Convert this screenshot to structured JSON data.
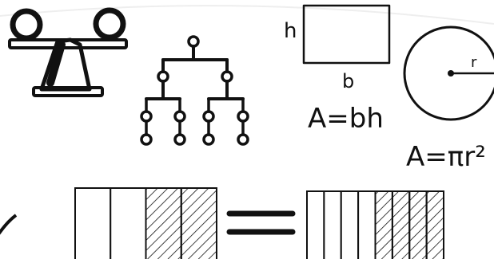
{
  "rectangle": {
    "height_label": "h",
    "base_label": "b",
    "formula": "A=bh"
  },
  "circle": {
    "radius_label": "r",
    "formula": "A=πr²"
  },
  "icons": {
    "scale": "balance-scale-icon",
    "tree": "tree-diagram-icon"
  },
  "fraction_bars": {
    "left": {
      "parts": 4,
      "shaded": 2
    },
    "right": {
      "parts": 8,
      "shaded": 4
    }
  }
}
